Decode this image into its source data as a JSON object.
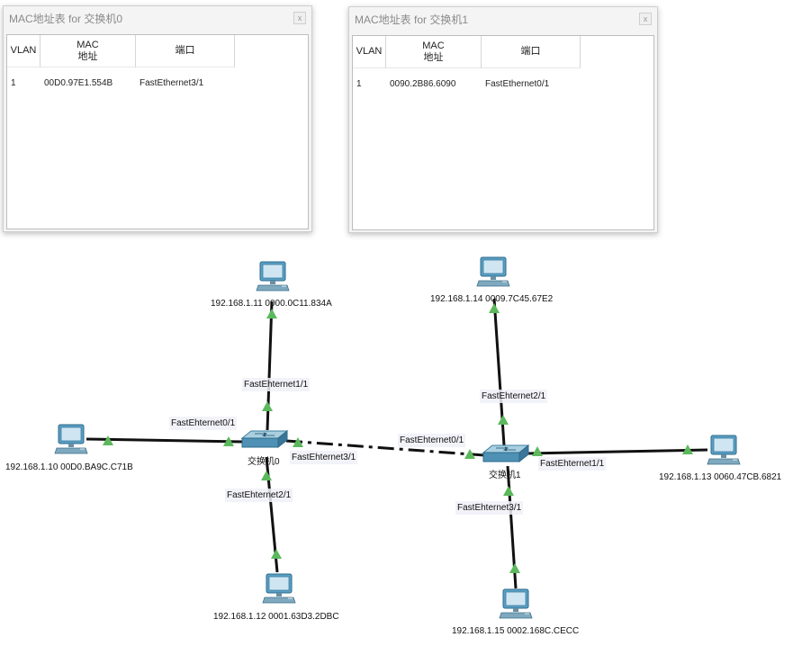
{
  "mac_tables": [
    {
      "title": "MAC地址表 for 交换机0",
      "close_glyph": "x",
      "headers": {
        "vlan": "VLAN",
        "mac_line1": "MAC",
        "mac_line2": "地址",
        "port": "端口"
      },
      "rows": [
        {
          "vlan": "1",
          "mac": "00D0.97E1.554B",
          "port": "FastEthernet3/1"
        }
      ]
    },
    {
      "title": "MAC地址表 for 交换机1",
      "close_glyph": "x",
      "headers": {
        "vlan": "VLAN",
        "mac_line1": "MAC",
        "mac_line2": "地址",
        "port": "端口"
      },
      "rows": [
        {
          "vlan": "1",
          "mac": "0090.2B86.6090",
          "port": "FastEthernet0/1"
        }
      ]
    }
  ],
  "switches": [
    {
      "name": "交换机0"
    },
    {
      "name": "交换机1"
    }
  ],
  "pcs": [
    {
      "label": "192.168.1.11 0000.0C11.834A"
    },
    {
      "label": "192.168.1.10 00D0.BA9C.C71B"
    },
    {
      "label": "192.168.1.12 0001.63D3.2DBC"
    },
    {
      "label": "192.168.1.14 0009.7C45.67E2"
    },
    {
      "label": "192.168.1.13 0060.47CB.6821"
    },
    {
      "label": "192.168.1.15 0002.168C.CECC"
    }
  ],
  "port_labels": {
    "sw0_up": "FastEhternet1/1",
    "sw0_left": "FastEhternet0/1",
    "sw0_right": "FastEhternet3/1",
    "sw0_down": "FastEhternet2/1",
    "sw1_left": "FastEhternet0/1",
    "sw1_up": "FastEhternet2/1",
    "sw1_right": "FastEhternet1/1",
    "sw1_down": "FastEhternet3/1"
  },
  "colors": {
    "link_up": "#5cb85c",
    "cable": "#111111",
    "device": "#4a8db0"
  }
}
